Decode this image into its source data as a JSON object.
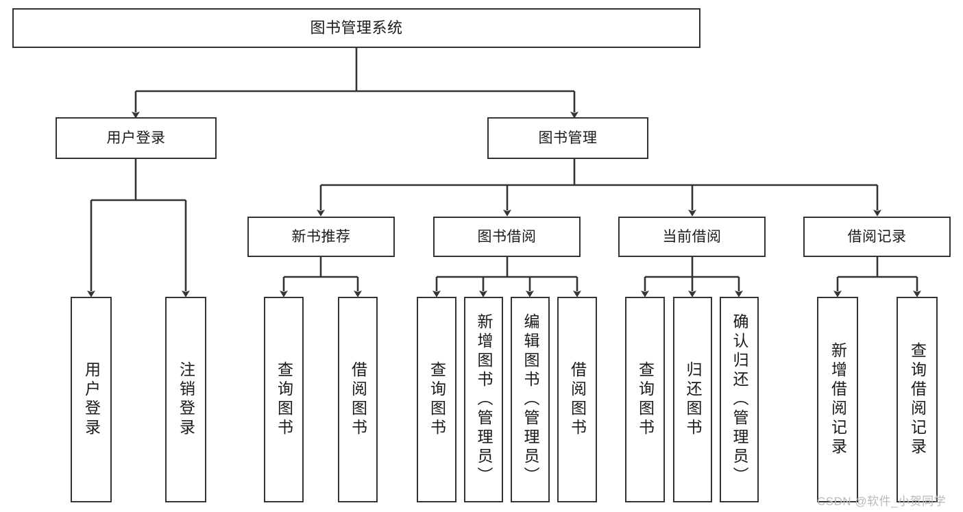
{
  "diagram": {
    "title": "图书管理系统",
    "type": "tree-hierarchy",
    "stroke_color": "#333333",
    "fill_color": "#ffffff",
    "text_color": "#1a1a1a"
  },
  "nodes": {
    "root": {
      "label": "图书管理系统"
    },
    "level2": [
      {
        "id": "user-login",
        "label": "用户登录"
      },
      {
        "id": "book-management",
        "label": "图书管理"
      }
    ],
    "level3": [
      {
        "id": "new-book-recommend",
        "label": "新书推荐"
      },
      {
        "id": "book-borrow",
        "label": "图书借阅"
      },
      {
        "id": "current-borrow",
        "label": "当前借阅"
      },
      {
        "id": "borrow-record",
        "label": "借阅记录"
      }
    ],
    "leaves": {
      "user_login": [
        {
          "id": "leaf-user-login",
          "label": "用户登录"
        },
        {
          "id": "leaf-user-logout",
          "label": "注销登录"
        }
      ],
      "new_book_recommend": [
        {
          "id": "leaf-query-book-1",
          "label": "查询图书"
        },
        {
          "id": "leaf-borrow-book-1",
          "label": "借阅图书"
        }
      ],
      "book_borrow": [
        {
          "id": "leaf-query-book-2",
          "label": "查询图书"
        },
        {
          "id": "leaf-add-book",
          "label": "新增图书（管理员）"
        },
        {
          "id": "leaf-edit-book",
          "label": "编辑图书（管理员）"
        },
        {
          "id": "leaf-borrow-book-2",
          "label": "借阅图书"
        }
      ],
      "current_borrow": [
        {
          "id": "leaf-query-book-3",
          "label": "查询图书"
        },
        {
          "id": "leaf-return-book",
          "label": "归还图书"
        },
        {
          "id": "leaf-confirm-return",
          "label": "确认归还（管理员）"
        }
      ],
      "borrow_record": [
        {
          "id": "leaf-add-borrow-record",
          "label": "新增借阅记录"
        },
        {
          "id": "leaf-query-borrow-record",
          "label": "查询借阅记录"
        }
      ]
    }
  },
  "watermark": {
    "text": "CSDN @软件_小贺同学"
  }
}
